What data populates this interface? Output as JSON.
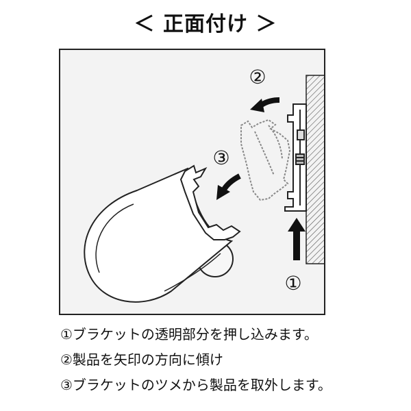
{
  "title": "＜ 正面付け ＞",
  "markers": {
    "m1": "①",
    "m2": "②",
    "m3": "③"
  },
  "steps": [
    "①ブラケットの透明部分を押し込みます。",
    "②製品を矢印の方向に傾け",
    "③ブラケットのツメから製品を取外します。"
  ]
}
